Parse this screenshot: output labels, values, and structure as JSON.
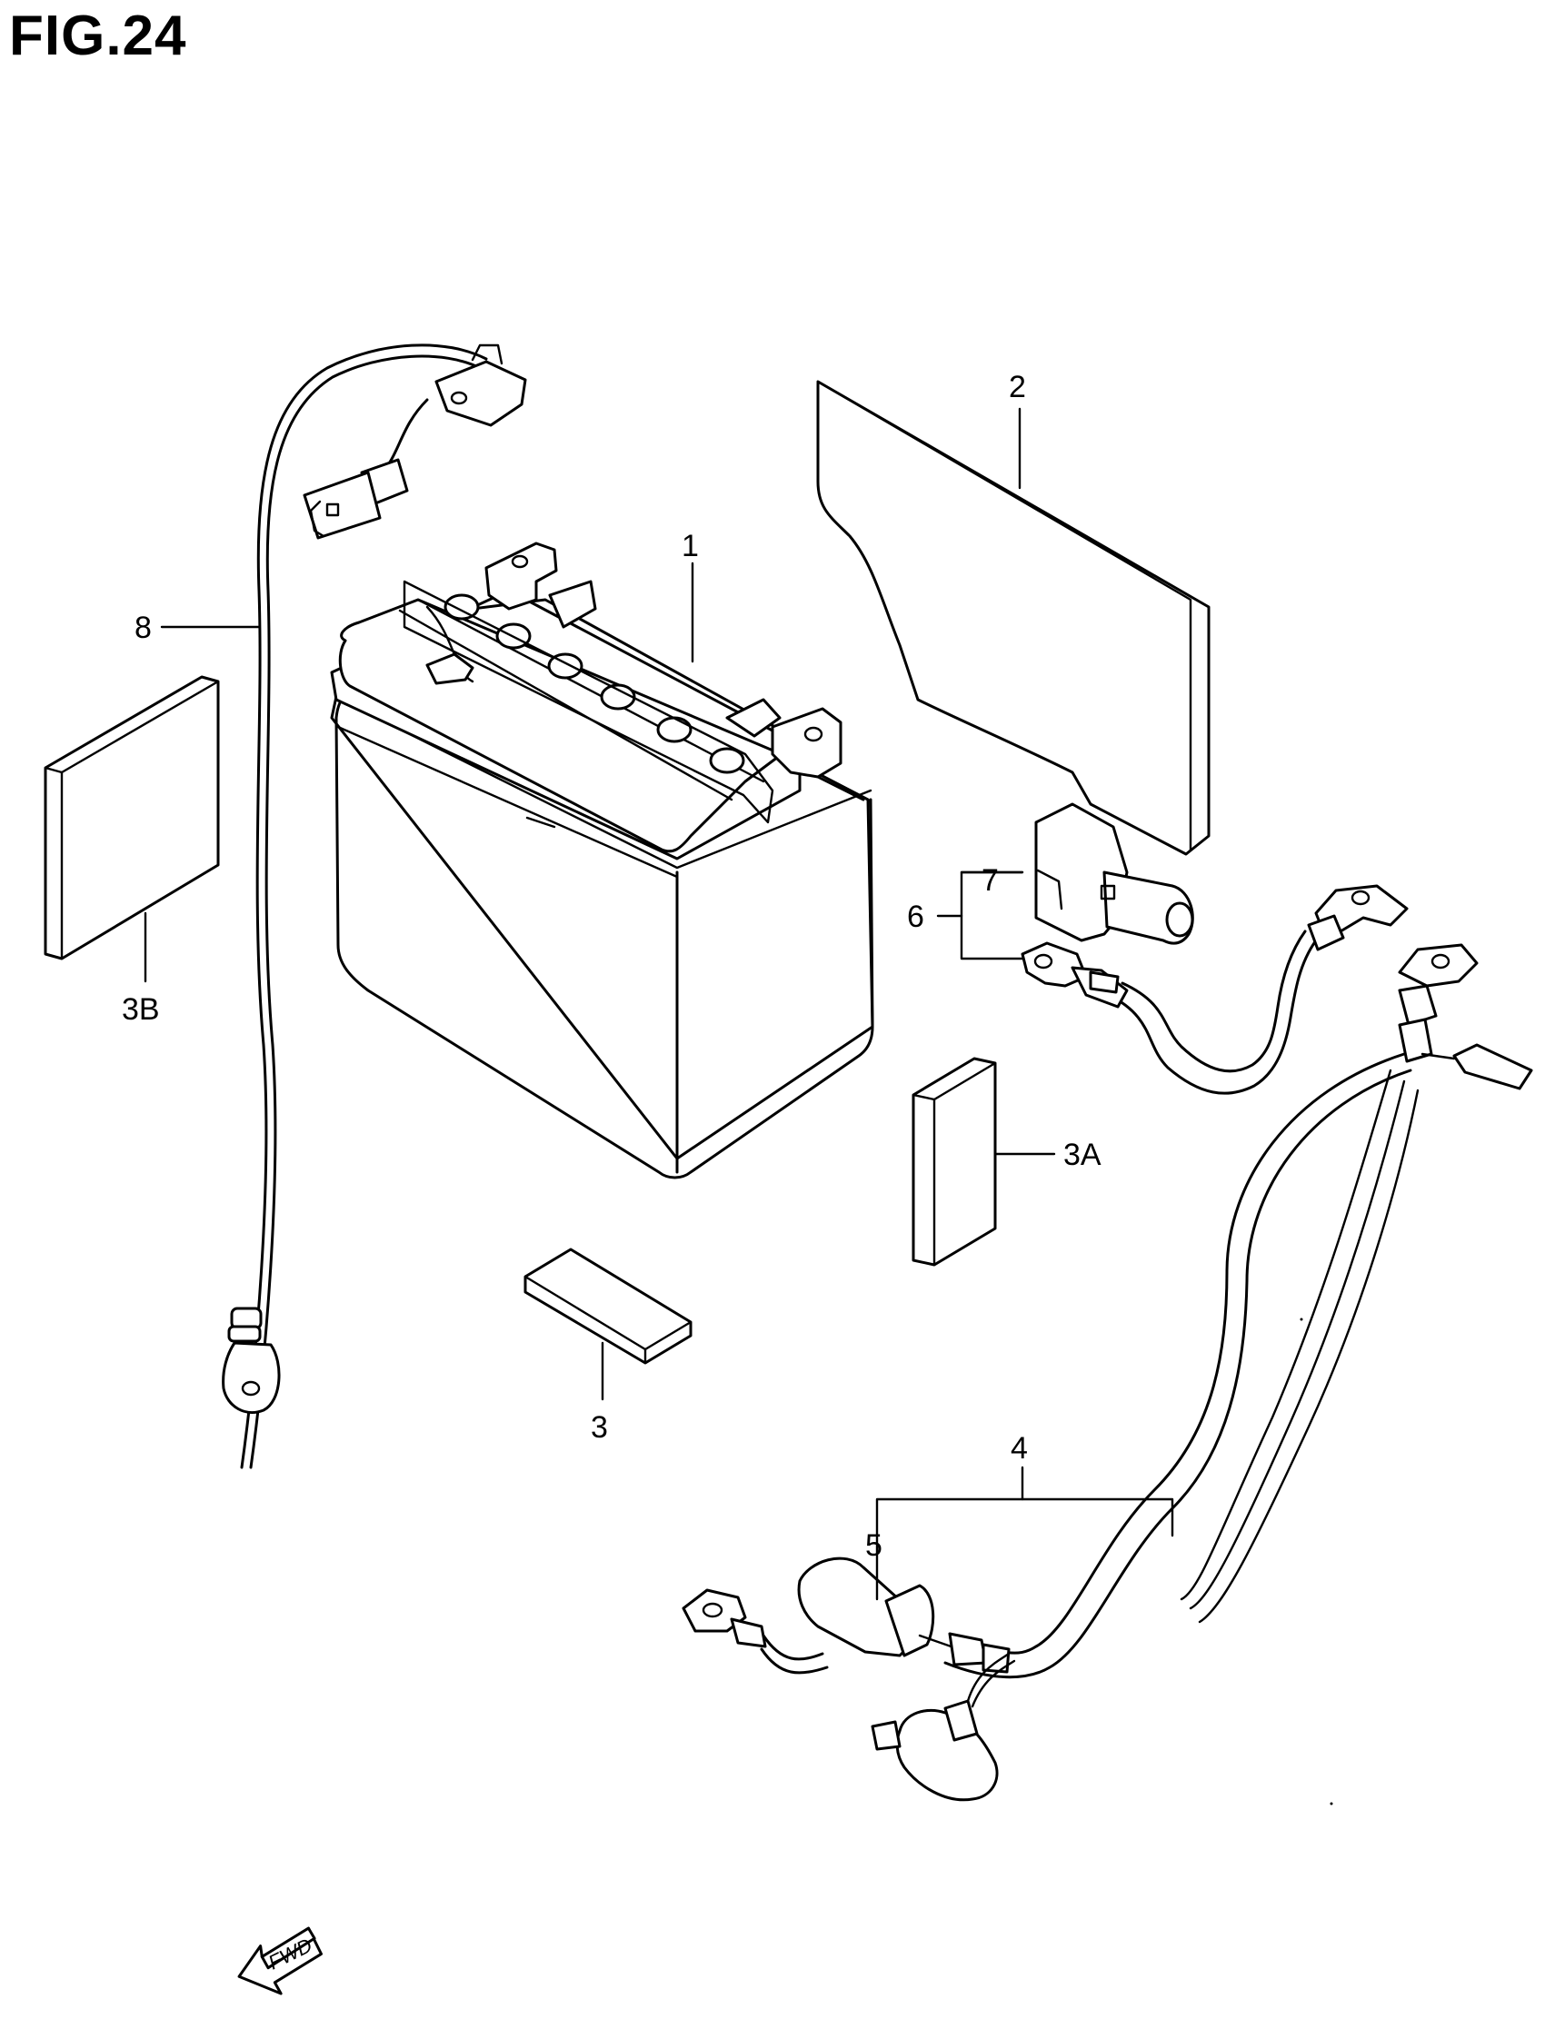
{
  "figure": {
    "title": "FIG.24",
    "fwd_label": "FWD"
  },
  "callouts": {
    "c1": "1",
    "c2": "2",
    "c3": "3",
    "c3a": "3A",
    "c3b": "3B",
    "c4": "4",
    "c5": "5",
    "c6": "6",
    "c7": "7",
    "c8": "8"
  }
}
